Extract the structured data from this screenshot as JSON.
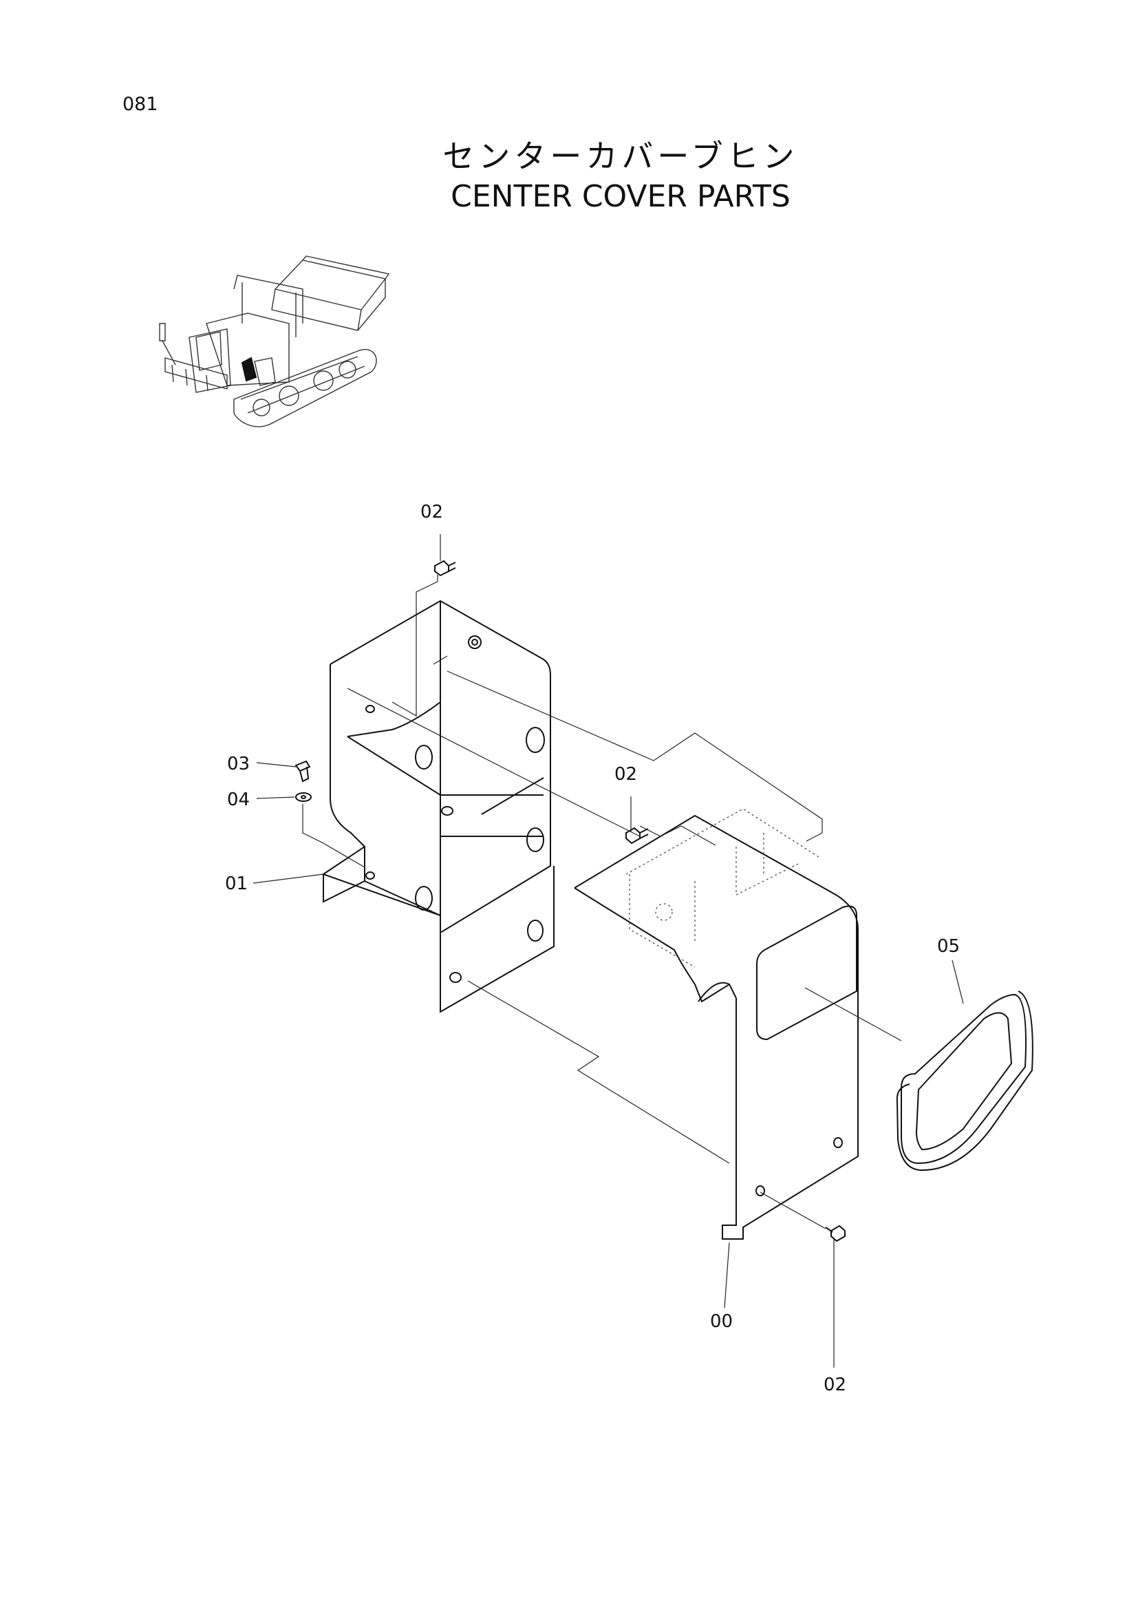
{
  "page": {
    "number": "081"
  },
  "title": {
    "japanese": "センターカバーブヒン",
    "english": "CENTER COVER PARTS"
  },
  "callouts": [
    {
      "id": "00",
      "label": "00"
    },
    {
      "id": "01",
      "label": "01"
    },
    {
      "id": "02a",
      "label": "02"
    },
    {
      "id": "02b",
      "label": "02"
    },
    {
      "id": "02c",
      "label": "02"
    },
    {
      "id": "03",
      "label": "03"
    },
    {
      "id": "04",
      "label": "04"
    },
    {
      "id": "05",
      "label": "05"
    }
  ]
}
